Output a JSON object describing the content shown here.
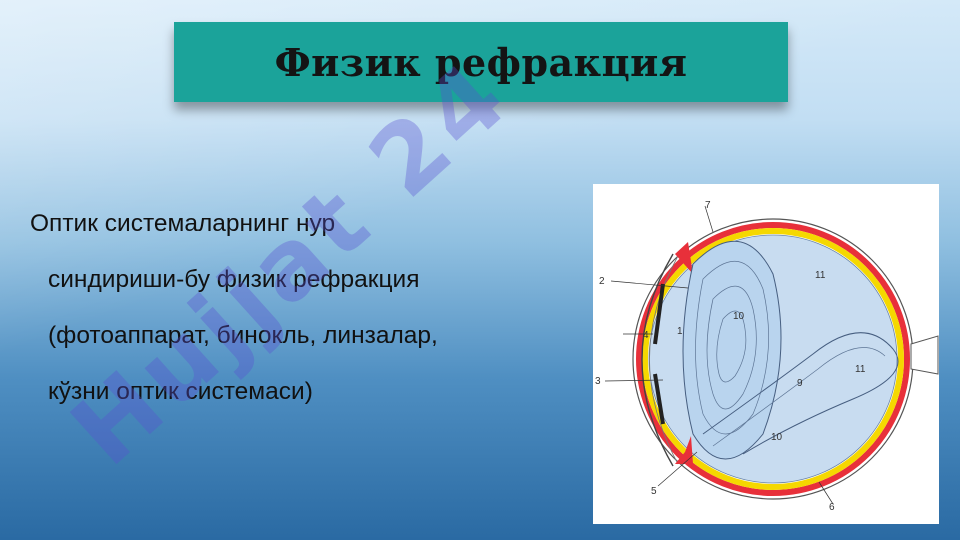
{
  "slide": {
    "title": "Физик рефракция",
    "body_lines": [
      "Оптик системаларнинг нур",
      "синдириши-бу физик рефракция",
      "(фотоаппарат, бинокль, линзалар,",
      "кўзни оптик системаси)"
    ],
    "watermark": "Hujjat 24",
    "figure": {
      "labels": [
        "7",
        "2",
        "4",
        "1",
        "3",
        "5",
        "11",
        "10",
        "9",
        "11",
        "10",
        "6"
      ]
    }
  },
  "colors": {
    "title_bg": "#1ba39a",
    "watermark": "#5a4fd0",
    "retina_red": "#e8303a",
    "choroid_yellow": "#f5d800",
    "vitreous_blue": "#b9d4ee"
  }
}
